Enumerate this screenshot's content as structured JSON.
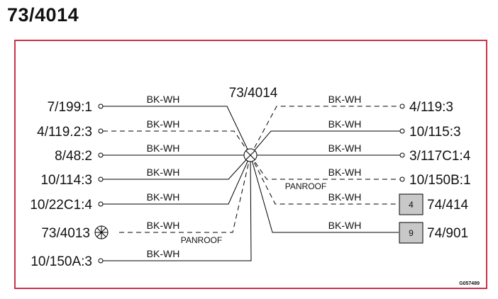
{
  "page": {
    "title": "73/4014"
  },
  "diagram": {
    "hub_label": "73/4014",
    "figure_ref": "G057489",
    "left_connections": [
      {
        "connector": "7/199:1",
        "wire": "BK-WH",
        "style": "solid",
        "note": ""
      },
      {
        "connector": "4/119.2:3",
        "wire": "BK-WH",
        "style": "dashed",
        "note": ""
      },
      {
        "connector": "8/48:2",
        "wire": "BK-WH",
        "style": "solid",
        "note": ""
      },
      {
        "connector": "10/114:3",
        "wire": "BK-WH",
        "style": "solid",
        "note": ""
      },
      {
        "connector": "10/22C1:4",
        "wire": "BK-WH",
        "style": "solid",
        "note": ""
      },
      {
        "connector": "73/4013",
        "wire": "BK-WH",
        "style": "dashed",
        "note": "PANROOF",
        "terminal": "lamp-icon"
      },
      {
        "connector": "10/150A:3",
        "wire": "BK-WH",
        "style": "solid",
        "note": ""
      }
    ],
    "right_connections": [
      {
        "connector": "4/119:3",
        "wire": "BK-WH",
        "style": "dashed",
        "note": ""
      },
      {
        "connector": "10/115:3",
        "wire": "BK-WH",
        "style": "solid",
        "note": ""
      },
      {
        "connector": "3/117C1:4",
        "wire": "BK-WH",
        "style": "solid",
        "note": ""
      },
      {
        "connector": "10/150B:1",
        "wire": "BK-WH",
        "style": "dashed",
        "note": "PANROOF"
      },
      {
        "connector": "74/414",
        "wire": "BK-WH",
        "style": "dashed",
        "note": "",
        "box": "4"
      },
      {
        "connector": "74/901",
        "wire": "BK-WH",
        "style": "solid",
        "note": "",
        "box": "9"
      }
    ]
  }
}
